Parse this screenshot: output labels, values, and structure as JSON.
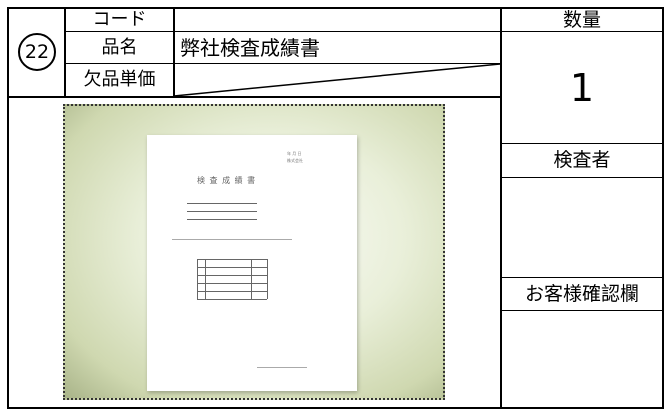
{
  "item": {
    "number": "22",
    "code_label": "コード",
    "code_value": "",
    "name_label": "品名",
    "name_value": "弊社検査成績書",
    "unit_price_label": "欠品単価",
    "unit_price_value": ""
  },
  "quantity": {
    "label": "数量",
    "value": "1"
  },
  "inspector": {
    "label": "検査者",
    "value": ""
  },
  "customer_check": {
    "label": "お客様確認欄",
    "value": ""
  },
  "photo": {
    "subject": "inspection-report-sheet",
    "document_title": "検 査 成 績 書"
  }
}
